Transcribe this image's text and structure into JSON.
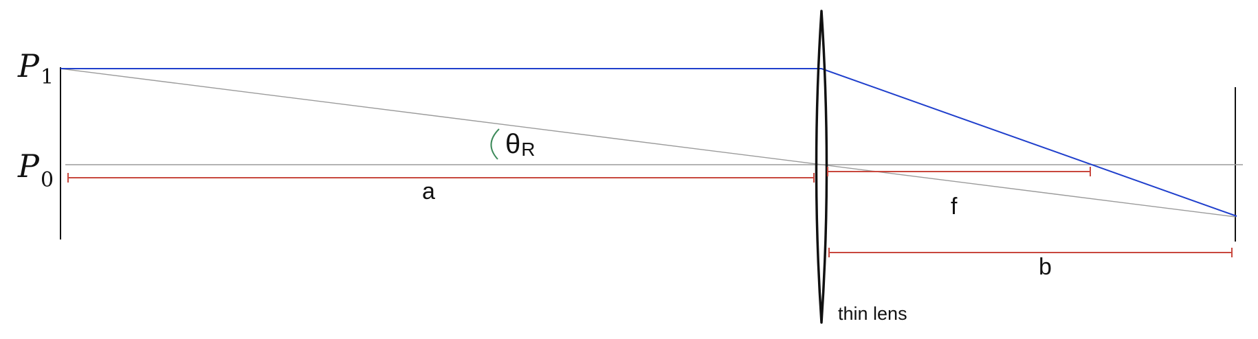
{
  "labels": {
    "p1": {
      "symbol": "P",
      "subscript": "1"
    },
    "p0": {
      "symbol": "P",
      "subscript": "0"
    },
    "a": "a",
    "f": "f",
    "b": "b",
    "angle": {
      "symbol": "θ",
      "subscript": "R"
    },
    "lens": "thin lens"
  },
  "colors": {
    "ray": "#1f3fcc",
    "axis": "#9a9a9a",
    "dimension": "#c8473d",
    "angle_arc": "#3d8a5a",
    "outline": "#111111"
  }
}
